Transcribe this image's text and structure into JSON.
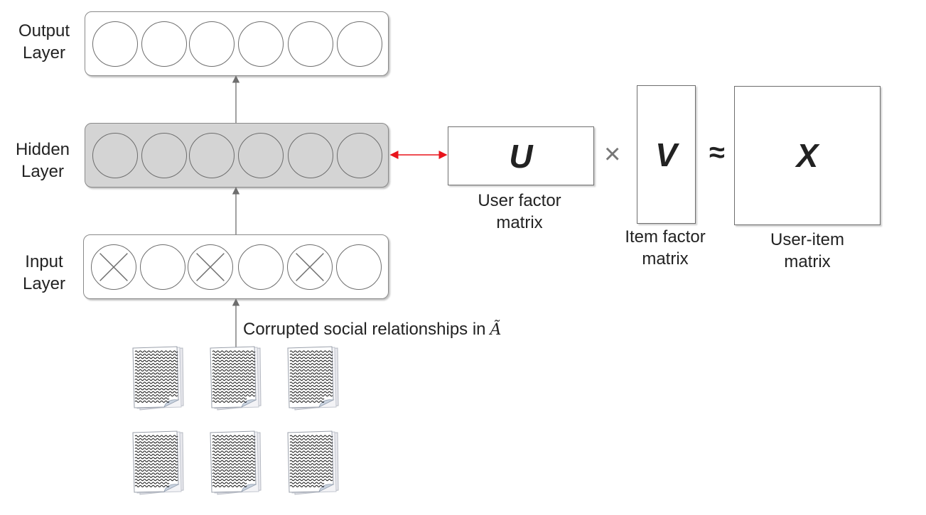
{
  "layers": {
    "output": {
      "line1": "Output",
      "line2": "Layer"
    },
    "hidden": {
      "line1": "Hidden",
      "line2": "Layer"
    },
    "input": {
      "line1": "Input",
      "line2": "Layer"
    }
  },
  "input_nodes_corrupted": [
    true,
    false,
    true,
    false,
    true,
    false
  ],
  "matrices": {
    "u": {
      "symbol": "U",
      "caption1": "User factor",
      "caption2": "matrix"
    },
    "v": {
      "symbol": "V",
      "caption1": "Item factor",
      "caption2": "matrix"
    },
    "x": {
      "symbol": "X",
      "caption1": "User-item",
      "caption2": "matrix"
    }
  },
  "operators": {
    "times": "×",
    "approx": "≈"
  },
  "corrupted_label": "Corrupted social relationships in",
  "corrupted_symbol": "Ã",
  "colors": {
    "link_arrow": "#e8141c",
    "stroke": "#6e6e6e",
    "hidden_fill": "#d4d4d4"
  }
}
